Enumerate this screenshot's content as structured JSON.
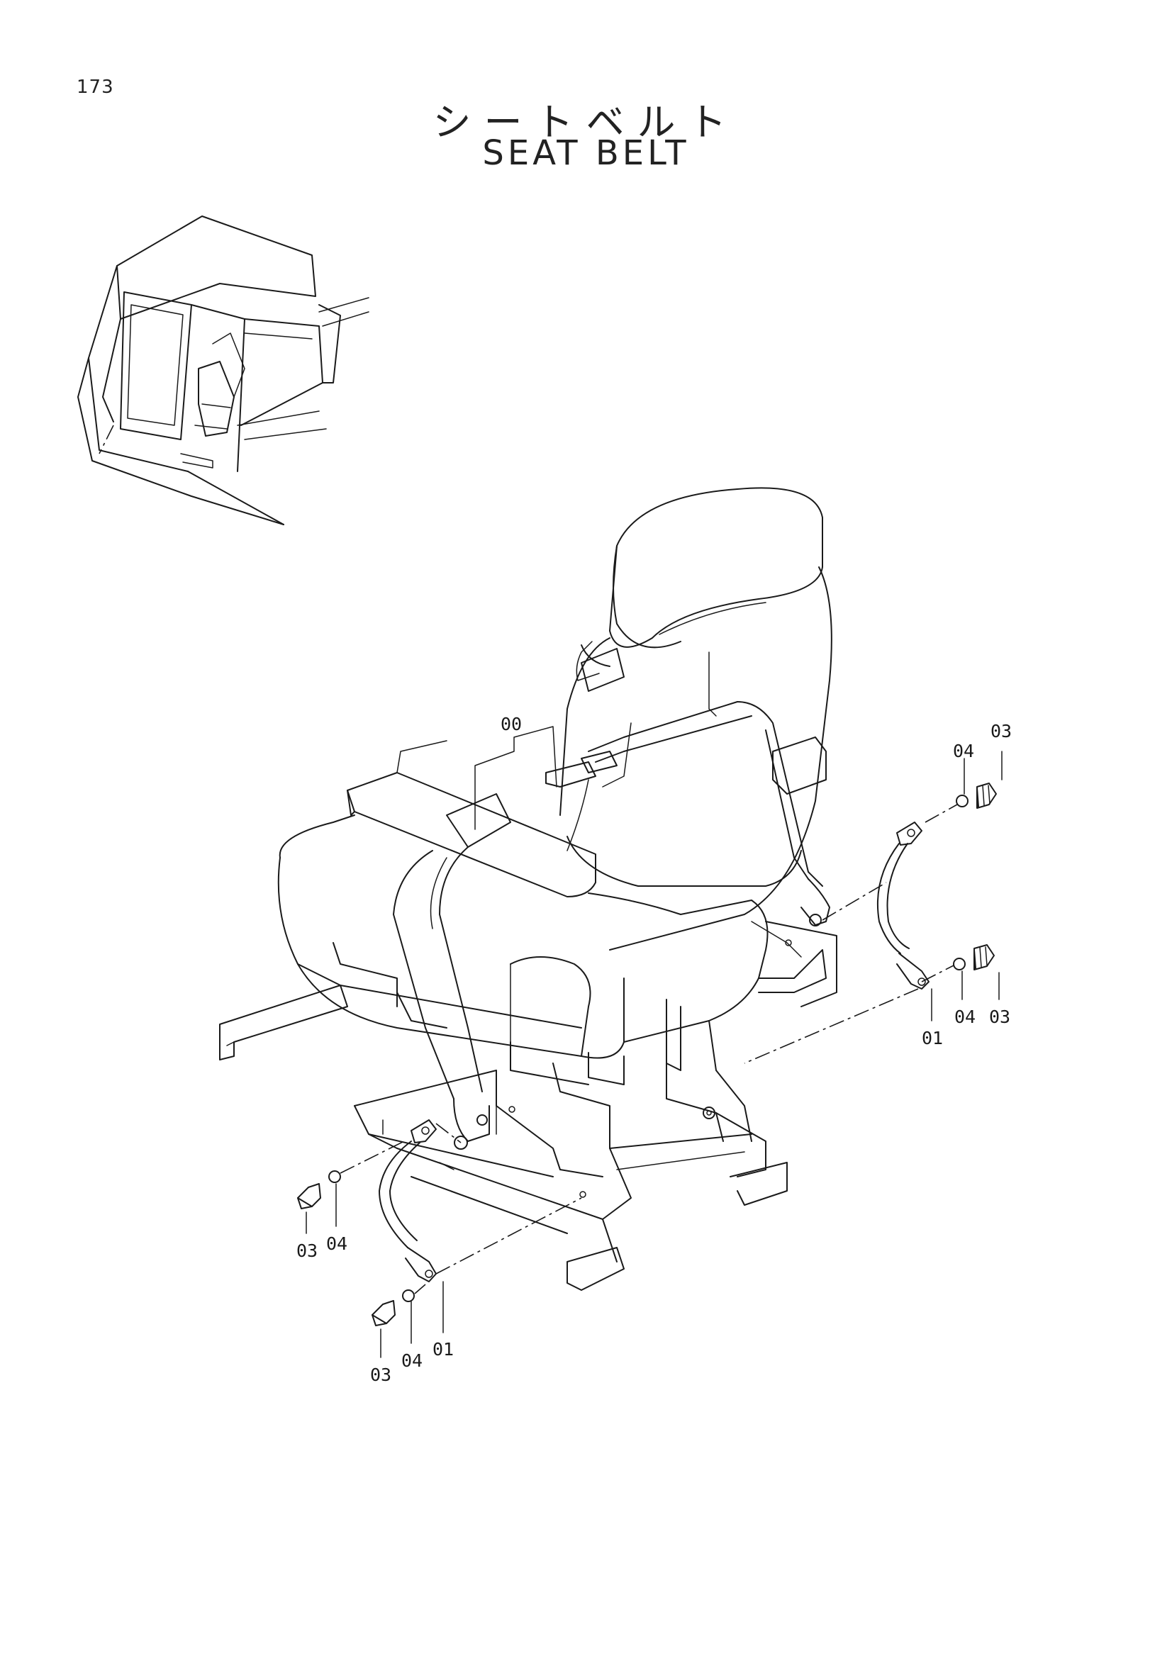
{
  "page_number": "173",
  "title_jp": "シートベルト",
  "title_en": "SEAT BELT",
  "callouts": {
    "c00": "00",
    "c01_right": "01",
    "c01_left": "01",
    "c03_right_top": "03",
    "c03_right_bottom": "03",
    "c03_left_top": "03",
    "c03_left_bottom": "03",
    "c04_right_top": "04",
    "c04_right_bottom": "04",
    "c04_left_top": "04",
    "c04_left_bottom": "04"
  }
}
